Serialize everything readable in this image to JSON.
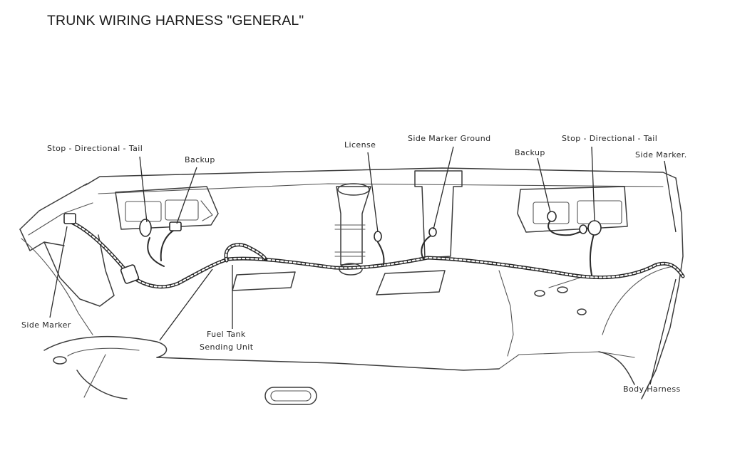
{
  "title": "TRUNK WIRING HARNESS \"GENERAL\"",
  "labels": {
    "stop_directional_tail_left": "Stop - Directional - Tail",
    "backup_left": "Backup",
    "license": "License",
    "side_marker_ground": "Side Marker Ground",
    "backup_right": "Backup",
    "stop_directional_tail_right": "Stop - Directional - Tail",
    "side_marker_right": "Side Marker.",
    "side_marker_left": "Side Marker",
    "fuel_tank_line1": "Fuel Tank",
    "fuel_tank_line2": "Sending Unit",
    "body_harness": "Body Harness"
  }
}
